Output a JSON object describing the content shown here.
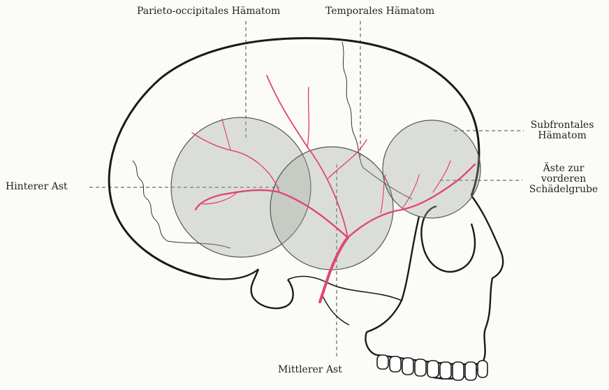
{
  "labels": {
    "parieto_occipital": "Parieto-occipitales Hämatom",
    "temporal": "Temporales Hämatom",
    "subfrontal_line1": "Subfrontales",
    "subfrontal_line2": "Hämatom",
    "hinterer_ast": "Hinterer Ast",
    "aeste_line1": "Äste zur",
    "aeste_line2": "vorderen",
    "aeste_line3": "Schädelgrube",
    "mittlerer_ast": "Mittlerer Ast"
  },
  "colors": {
    "artery": "#e0457a",
    "hematoma_fill": "#9aa39a",
    "outline": "#1a1a1a",
    "leader": "#333333"
  }
}
